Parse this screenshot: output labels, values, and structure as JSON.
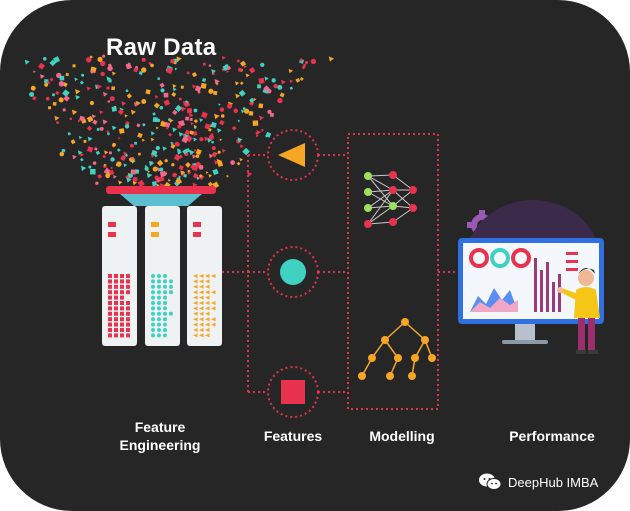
{
  "diagram": {
    "title": "Raw Data",
    "stages": {
      "feature_engineering": [
        "Feature",
        "Engineering"
      ],
      "features": "Features",
      "modelling": "Modelling",
      "performance": "Performance"
    },
    "feature_icons": [
      "triangle",
      "circle",
      "square"
    ],
    "model_icons": [
      "neural-network",
      "decision-tree"
    ],
    "colors": {
      "background": "#262626",
      "red": "#e8324e",
      "teal": "#3fd1c1",
      "orange": "#f6a623",
      "yellow": "#f5c518",
      "dotted_line": "#e0344d",
      "monitor_blue": "#2f6fe0"
    }
  },
  "watermark": {
    "text": "DeepHub IMBA",
    "icon": "wechat-icon"
  }
}
